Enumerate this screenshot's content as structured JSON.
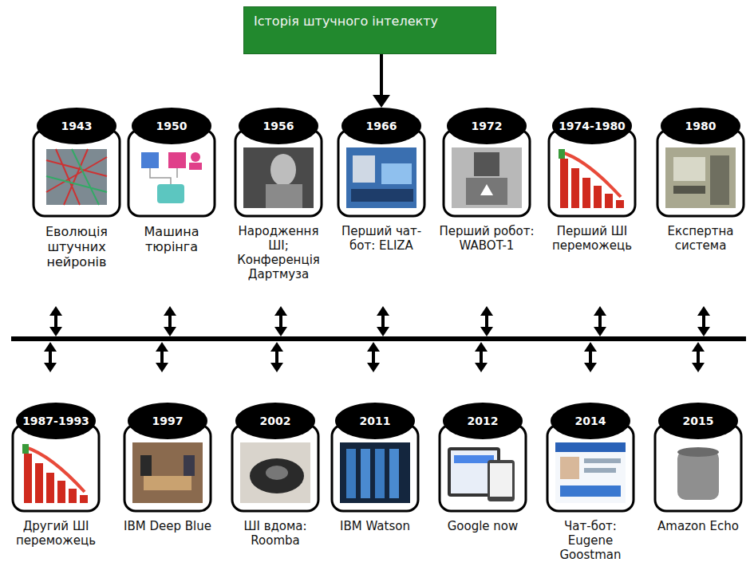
{
  "diagram": {
    "nodes": [
      {
        "text": [
          "Історія штучного інтелекту"
        ]
      },
      {
        "text": [
          "1943",
          "Еволюція штучних нейронів"
        ]
      },
      {
        "text": [
          "1950",
          "Машина тюрінга"
        ]
      },
      {
        "text": [
          "1956",
          "Народження ШІ; Конференція Дартмуза"
        ]
      },
      {
        "text": [
          "1966",
          "Перший чат-бот: ELIZA"
        ]
      },
      {
        "text": [
          "1972",
          "Перший робот: WABOT-1"
        ]
      },
      {
        "text": [
          "1974-1980",
          "Перший ШІ переможець"
        ]
      },
      {
        "text": [
          "1980",
          "Експертна система"
        ]
      },
      {
        "text": [
          "1987-1993",
          "Другий ШІ переможець"
        ]
      },
      {
        "text": [
          "1997",
          "IBM Deep Blue"
        ]
      },
      {
        "text": [
          "2002",
          "ШІ вдома: Roomba"
        ]
      },
      {
        "text": [
          "2011",
          "IBM Watson"
        ]
      },
      {
        "text": [
          "2012",
          "Google now"
        ]
      },
      {
        "text": [
          "2014",
          "Чат-бот: Eugene Goostman"
        ]
      },
      {
        "text": [
          "2015",
          "Amazon Echo"
        ]
      }
    ],
    "edges": [
      {
        "from": 0,
        "to": 4,
        "arrow": "to"
      }
    ]
  }
}
